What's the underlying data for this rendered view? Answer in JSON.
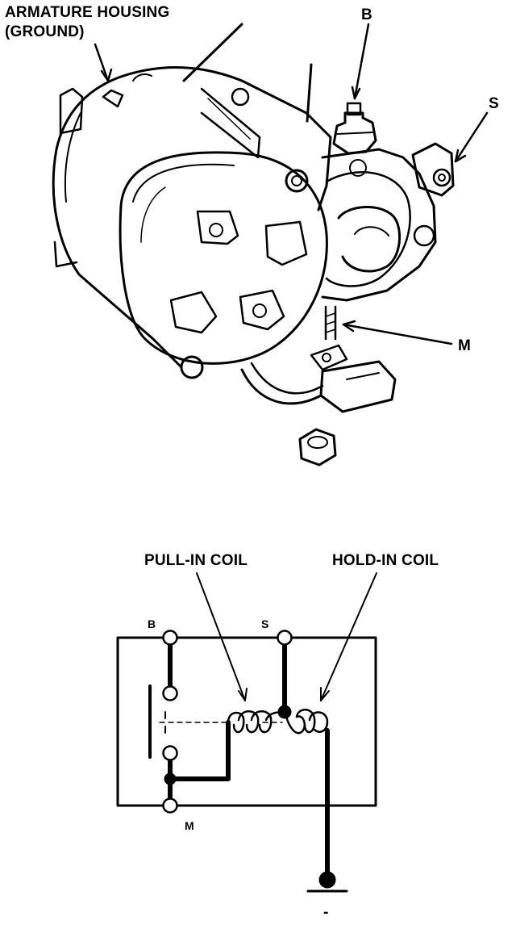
{
  "illustration": {
    "labels": {
      "armature_housing_line1": "ARMATURE HOUSING",
      "armature_housing_line2": "(GROUND)",
      "b_terminal": "B",
      "s_terminal": "S",
      "m_terminal": "M"
    }
  },
  "schematic": {
    "labels": {
      "pull_in_coil": "PULL-IN COIL",
      "hold_in_coil": "HOLD-IN COIL",
      "b_terminal": "B",
      "s_terminal": "S",
      "m_terminal": "M",
      "ground": "-"
    }
  },
  "colors": {
    "ink": "#000000",
    "background": "#ffffff"
  }
}
